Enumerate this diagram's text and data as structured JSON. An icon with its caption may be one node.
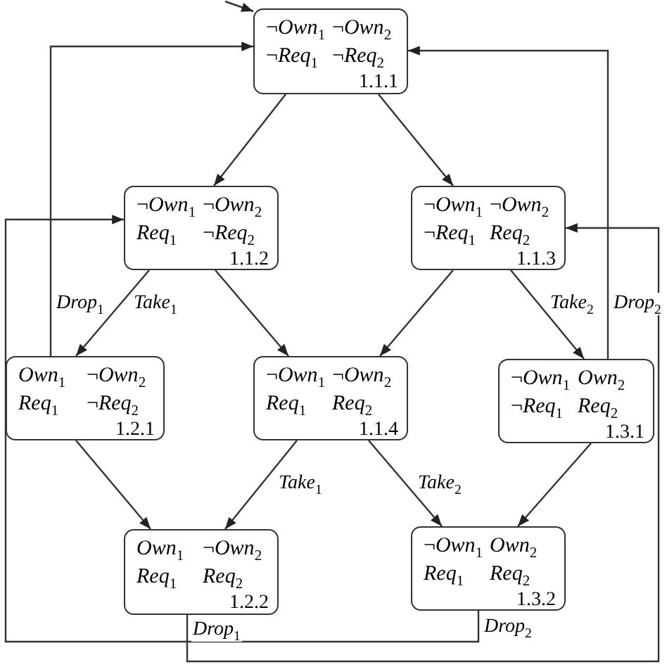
{
  "diagram": {
    "nodes": [
      {
        "text": [
          "¬*Own*$_{1}$",
          "¬*Own*$_{2}$",
          "¬*Req*$_{1}$",
          "¬*Req*$_{2}$",
          "1.1.1"
        ]
      },
      {
        "text": [
          "¬*Own*$_{1}$",
          "¬*Own*$_{2}$",
          "*Req*$_{1}$",
          "¬*Req*$_{2}$",
          "1.1.2"
        ]
      },
      {
        "text": [
          "¬*Own*$_{1}$",
          "¬*Own*$_{2}$",
          "¬*Req*$_{1}$",
          "*Req*$_{2}$",
          "1.1.3"
        ]
      },
      {
        "text": [
          "*Own*$_{1}$",
          "¬*Own*$_{2}$",
          "*Req*$_{1}$",
          "¬*Req*$_{2}$",
          "1.2.1"
        ]
      },
      {
        "text": [
          "¬*Own*$_{1}$",
          "¬*Own*$_{2}$",
          "*Req*$_{1}$",
          "*Req*$_{2}$",
          "1.1.4"
        ]
      },
      {
        "text": [
          "¬*Own*$_{1}$",
          "*Own*$_{2}$",
          "¬*Req*$_{1}$",
          "*Req*$_{2}$",
          "1.3.1"
        ]
      },
      {
        "text": [
          "*Own*$_{1}$",
          "¬*Own*$_{2}$",
          "*Req*$_{1}$",
          "*Req*$_{2}$",
          "1.2.2"
        ]
      },
      {
        "text": [
          "¬*Own*$_{1}$",
          "*Own*$_{2}$",
          "*Req*$_{1}$",
          "*Req*$_{2}$",
          "1.3.2"
        ]
      }
    ],
    "edges": [
      {
        "from": null,
        "to": 0,
        "arrow": "to"
      },
      {
        "from": 0,
        "to": 1,
        "arrow": "to"
      },
      {
        "from": 0,
        "to": 2,
        "arrow": "to"
      },
      {
        "from": 1,
        "to": 3,
        "arrow": "to",
        "label": "*Take*$_{1}$"
      },
      {
        "from": 1,
        "to": 4,
        "arrow": "to"
      },
      {
        "from": 2,
        "to": 4,
        "arrow": "to"
      },
      {
        "from": 2,
        "to": 5,
        "arrow": "to",
        "label": "*Take*$_{2}$"
      },
      {
        "from": 3,
        "to": 0,
        "arrow": "to",
        "label": "*Drop*$_{1}$"
      },
      {
        "from": 5,
        "to": 0,
        "arrow": "to",
        "label": "*Drop*$_{2}$"
      },
      {
        "from": 3,
        "to": 6,
        "arrow": "to"
      },
      {
        "from": 4,
        "to": 6,
        "arrow": "to",
        "label": "*Take*$_{1}$"
      },
      {
        "from": 4,
        "to": 7,
        "arrow": "to",
        "label": "*Take*$_{2}$"
      },
      {
        "from": 5,
        "to": 7,
        "arrow": "to"
      },
      {
        "from": 6,
        "to": 2,
        "arrow": "to",
        "label": "*Drop*$_{1}$"
      },
      {
        "from": 7,
        "to": 1,
        "arrow": "to",
        "label": "*Drop*$_{2}$"
      }
    ]
  }
}
